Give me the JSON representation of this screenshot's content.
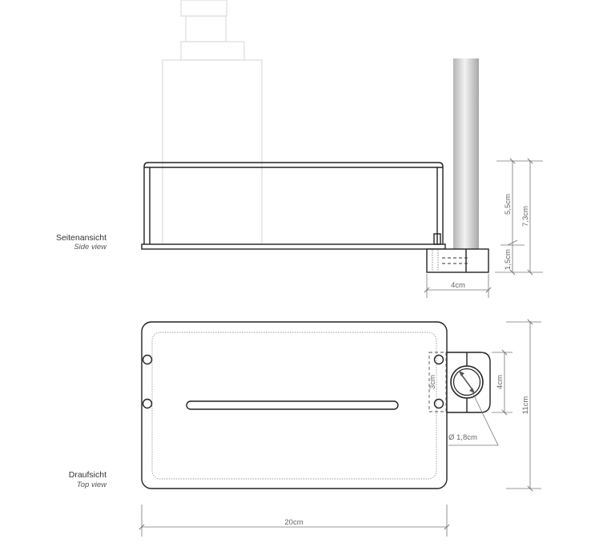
{
  "side_view": {
    "title_de": "Seitenansicht",
    "title_en": "Side view",
    "dim_height_upper": "5,5cm",
    "dim_height_total": "7,3cm",
    "dim_height_clamp": "1,5cm",
    "dim_clamp_width": "4cm"
  },
  "top_view": {
    "title_de": "Draufsicht",
    "title_en": "Top view",
    "dim_hole_spacing": "3cm",
    "dim_clamp_depth": "4cm",
    "dim_depth_total": "11cm",
    "dim_diameter": "Ø 1,8cm",
    "dim_width_total": "20cm"
  },
  "colors": {
    "line": "#222222",
    "dimension": "#777777",
    "pole": "#c8c8c8"
  }
}
